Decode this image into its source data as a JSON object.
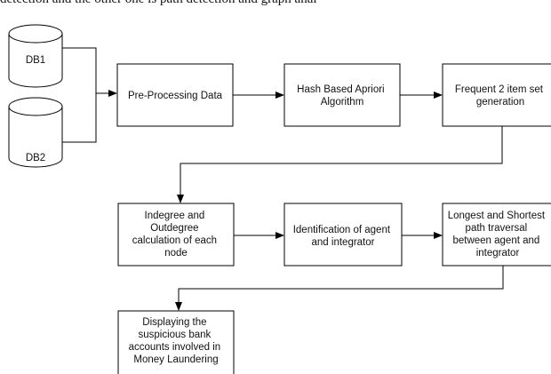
{
  "header": {
    "text": "detection and the other one is path detection and graph anal"
  },
  "colors": {
    "stroke": "#000000",
    "fill": "#ffffff",
    "text": "#111111"
  },
  "databases": [
    {
      "id": "db1",
      "label": "DB1"
    },
    {
      "id": "db2",
      "label": "DB2"
    }
  ],
  "steps": [
    {
      "id": "preprocess",
      "lines": [
        "Pre-Processing Data"
      ]
    },
    {
      "id": "hash-apriori",
      "lines": [
        "Hash Based Apriori",
        "Algorithm"
      ]
    },
    {
      "id": "frequent-itemset",
      "lines": [
        "Frequent 2 item set",
        "generation"
      ]
    },
    {
      "id": "degree-calc",
      "lines": [
        "Indegree and",
        "Outdegree",
        "calculation of each",
        "node"
      ]
    },
    {
      "id": "agent-integrator",
      "lines": [
        "Identification of agent",
        "and integrator"
      ]
    },
    {
      "id": "path-traversal",
      "lines": [
        "Longest and Shortest",
        "path traversal",
        "between agent and",
        "integrator"
      ]
    },
    {
      "id": "display-accounts",
      "lines": [
        "Displaying the",
        "suspicious bank",
        "accounts involved in",
        "Money Laundering"
      ]
    }
  ]
}
